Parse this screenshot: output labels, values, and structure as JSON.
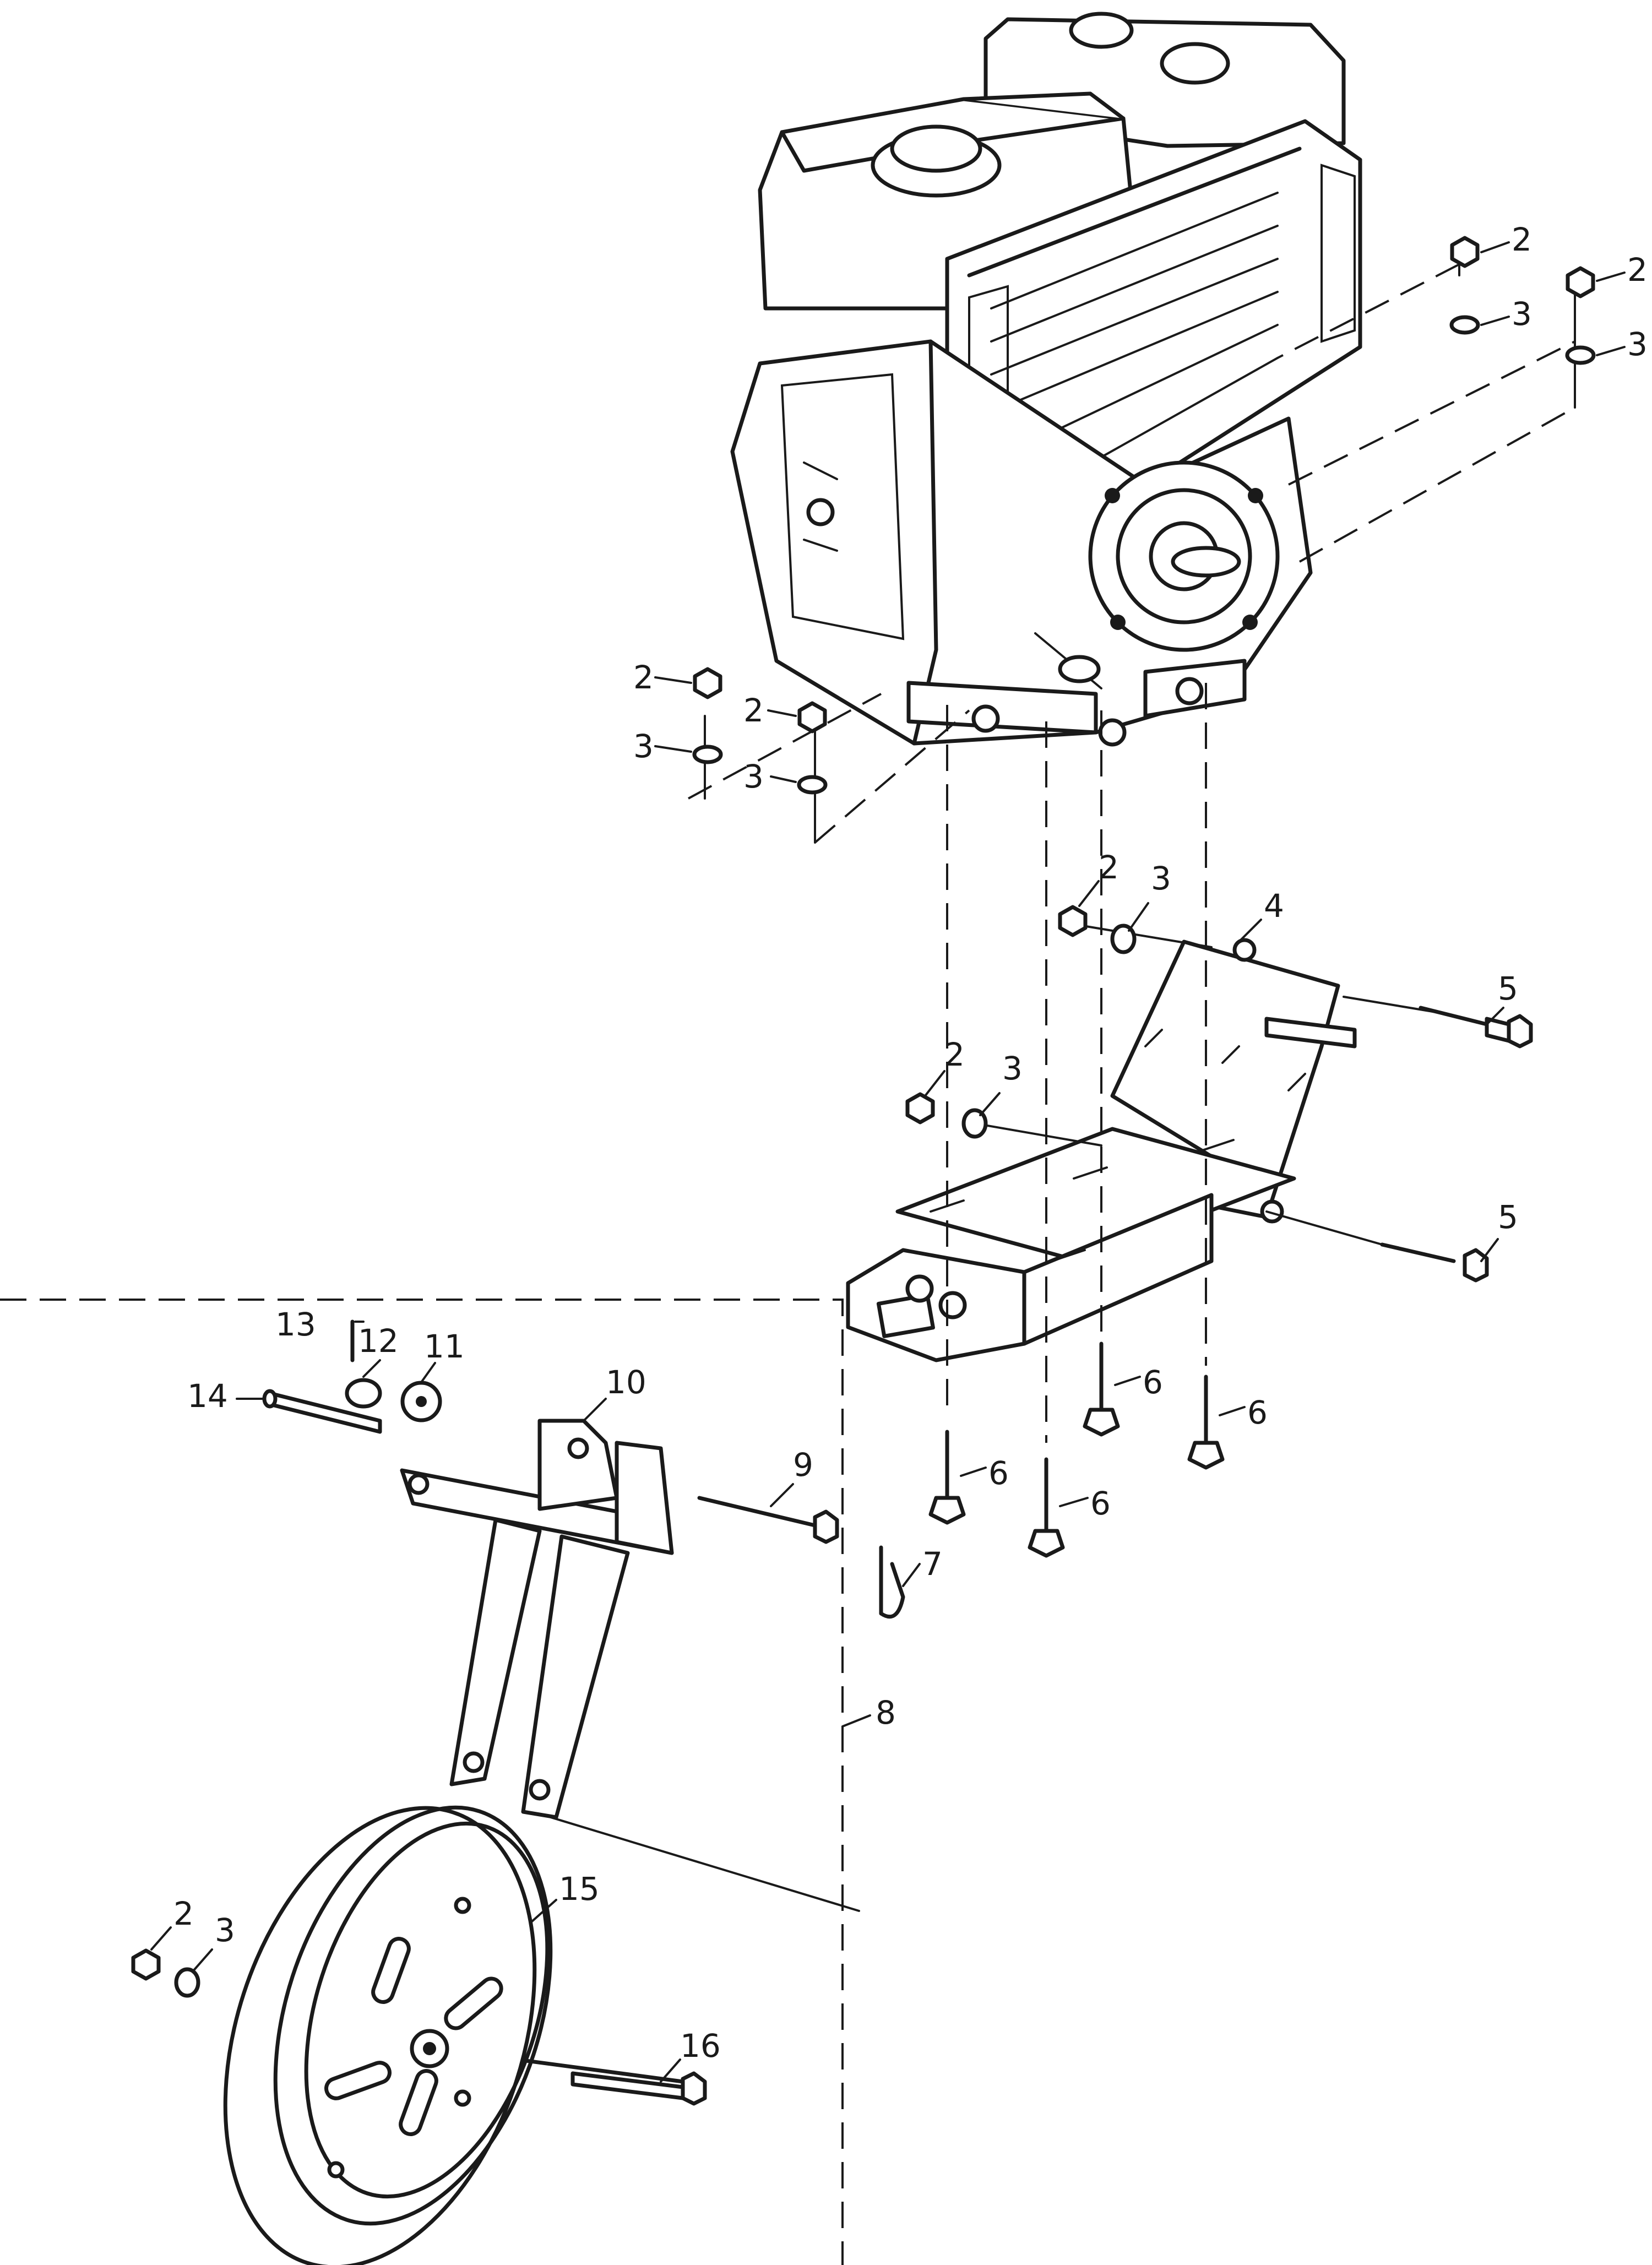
{
  "diagram": {
    "type": "exploded-parts-view",
    "group_label": "8",
    "callouts": [
      {
        "id": "c2a",
        "label": "2"
      },
      {
        "id": "c3a",
        "label": "3"
      },
      {
        "id": "c2b",
        "label": "2"
      },
      {
        "id": "c3b",
        "label": "3"
      },
      {
        "id": "c2c",
        "label": "2"
      },
      {
        "id": "c3c",
        "label": "3"
      },
      {
        "id": "c2d",
        "label": "2"
      },
      {
        "id": "c3d",
        "label": "3"
      },
      {
        "id": "c2e",
        "label": "2"
      },
      {
        "id": "c3e",
        "label": "3"
      },
      {
        "id": "c4",
        "label": "4"
      },
      {
        "id": "c5a",
        "label": "5"
      },
      {
        "id": "c2f",
        "label": "2"
      },
      {
        "id": "c3f",
        "label": "3"
      },
      {
        "id": "c5b",
        "label": "5"
      },
      {
        "id": "c6a",
        "label": "6"
      },
      {
        "id": "c6b",
        "label": "6"
      },
      {
        "id": "c6c",
        "label": "6"
      },
      {
        "id": "c6d",
        "label": "6"
      },
      {
        "id": "c13",
        "label": "13"
      },
      {
        "id": "c12",
        "label": "12"
      },
      {
        "id": "c11",
        "label": "11"
      },
      {
        "id": "c10",
        "label": "10"
      },
      {
        "id": "c14",
        "label": "14"
      },
      {
        "id": "c9",
        "label": "9"
      },
      {
        "id": "c7",
        "label": "7"
      },
      {
        "id": "c8",
        "label": "8"
      },
      {
        "id": "c2g",
        "label": "2"
      },
      {
        "id": "c3g",
        "label": "3"
      },
      {
        "id": "c15",
        "label": "15"
      },
      {
        "id": "c16",
        "label": "16"
      }
    ]
  }
}
